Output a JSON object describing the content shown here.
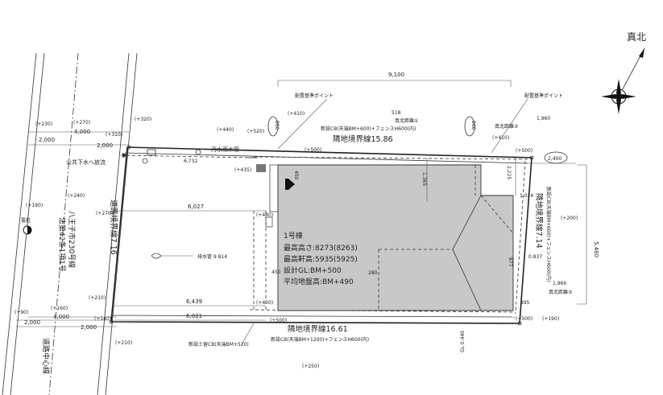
{
  "north_label": "真北",
  "dims": {
    "top_width": "9,100",
    "right_height": "5,460",
    "d518": "518",
    "d1960": "1,960",
    "d2400": "2,400",
    "d1365": "1,365",
    "d2225": "2,225",
    "d1024": "1,024",
    "d0837": "0.837",
    "d1966": "1,966",
    "d6027": "6,027",
    "d6439": "6,439",
    "d6021": "6,021",
    "d4000a": "4,000",
    "d4000b": "4,000",
    "d2000a": "2,000",
    "d2000b": "2,000",
    "d2000c": "2,000",
    "d2000d": "2,000",
    "d6732": "6,732",
    "d450a": "450",
    "d450b": "450",
    "d280": "280",
    "d877": "877",
    "d895": "895"
  },
  "elevations": {
    "e230": "(+230)",
    "e270a": "(+270)",
    "e310": "(+310)",
    "e320": "(+320)",
    "e440a": "(+440)",
    "e520": "(+520)",
    "e410a": "(+410)",
    "e410b": "(+410)",
    "e500a": "(+500)",
    "e500b": "(+500)",
    "e500c": "(+500)",
    "e500d": "(+500)",
    "e435": "(+435)",
    "e440b": "(+440)",
    "e190a": "(+190)",
    "e240": "(+240)",
    "e270b": "(+270)",
    "e200": "(+200)",
    "e400": "(+400)",
    "e210a": "(+210)",
    "e160": "(+160)",
    "e90": "(+90)",
    "e140": "(+140)",
    "e210b": "(+210)",
    "e190b": "(+190)",
    "e250": "(+250)"
  },
  "labels": {
    "ref_point_1": "配置基準ポイント",
    "ref_point_2": "配置基準ポイント",
    "north_dist_1": "真北距離①",
    "north_dist_2": "真北距離②",
    "north_dist_3": "真北距離③",
    "fence_top": "新設CB(天端BM+600)+フェンスH600(内)",
    "fence_right": "新設CB(天端BM+600)+フェンスH600(内)",
    "fence_bottom": "新設CB(天端BM+1200)+フェンスH600(内)",
    "retaining": "新設土留CB(天端BM+520)",
    "boundary_top": "隣地境界線15.86",
    "boundary_bottom": "隣地境界線16.61",
    "boundary_right": "隣地境界線7.14",
    "road_left": "道路境界線7.16",
    "road_name_1": "八王子市230号線",
    "road_name_2": "法第42条1項1号",
    "road_center": "道路中心線",
    "drain": "公共下水へ放流",
    "pipe": "汚水雨水管",
    "pole": "電柱",
    "pipe_len": "排水管 9.814",
    "r_gl": "GL 0.440"
  },
  "building": {
    "name": "1号棟",
    "max_height": "最高高さ:8273(8263)",
    "max_eave": "最高軒高:5935(5925)",
    "design_gl": "設計GL:BM+500",
    "avg_ground": "平均地盤高:BM+490"
  },
  "markers": {
    "m860a": "860",
    "m860b": "860"
  }
}
